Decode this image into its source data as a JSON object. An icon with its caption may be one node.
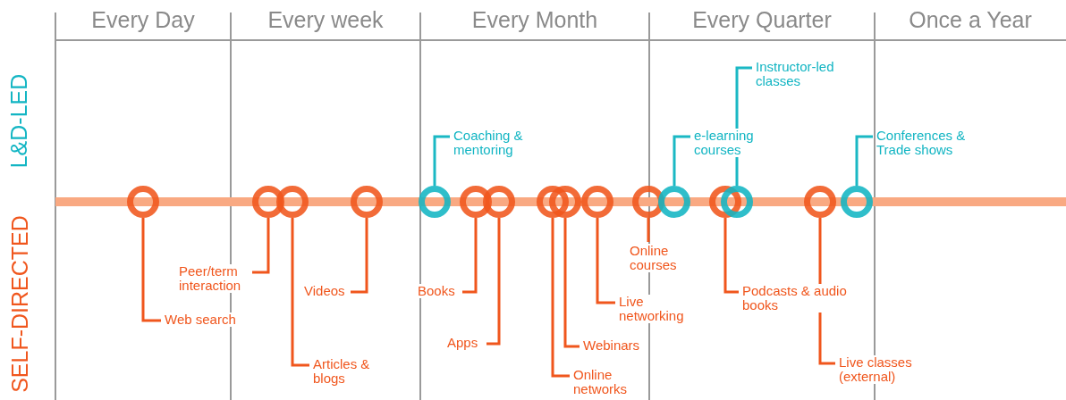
{
  "diagram": {
    "nodes": [
      {
        "text": [],
        "shape": "circle"
      },
      {
        "text": [],
        "shape": "circle"
      },
      {
        "text": [],
        "shape": "circle"
      },
      {
        "text": [],
        "shape": "circle"
      },
      {
        "text": [],
        "shape": "circle"
      },
      {
        "text": [],
        "shape": "circle"
      },
      {
        "text": [],
        "shape": "circle"
      },
      {
        "text": [],
        "shape": "circle"
      },
      {
        "text": [],
        "shape": "circle"
      },
      {
        "text": [],
        "shape": "circle"
      },
      {
        "text": [],
        "shape": "circle"
      },
      {
        "text": [],
        "shape": "circle"
      },
      {
        "text": [],
        "shape": "circle"
      },
      {
        "text": [],
        "shape": "circle"
      },
      {
        "text": [],
        "shape": "circle"
      },
      {
        "text": [],
        "shape": "circle"
      },
      {
        "text": [
          "Web search"
        ]
      },
      {
        "text": [
          "Peer/term interaction"
        ]
      },
      {
        "text": [
          "Articles & blogs"
        ]
      },
      {
        "text": [
          "Videos"
        ]
      },
      {
        "text": [
          "Coaching & mentoring"
        ]
      },
      {
        "text": [
          "Books"
        ]
      },
      {
        "text": [
          "Apps"
        ]
      },
      {
        "text": [
          "Online networks"
        ]
      },
      {
        "text": [
          "Webinars"
        ]
      },
      {
        "text": [
          "Live networking"
        ]
      },
      {
        "text": [
          "Online courses"
        ]
      },
      {
        "text": [
          "e-learning courses"
        ]
      },
      {
        "text": [
          "Instructor-led classes"
        ]
      },
      {
        "text": [
          "Podcasts & audio books"
        ]
      },
      {
        "text": [
          "Live classes (external)"
        ]
      },
      {
        "text": [
          "Conferences & Trade shows"
        ]
      }
    ],
    "edges": [
      {
        "from": 16,
        "to": 0,
        "arrow": "none"
      },
      {
        "from": 17,
        "to": 1,
        "arrow": "none"
      },
      {
        "from": 18,
        "to": 2,
        "arrow": "none"
      },
      {
        "from": 19,
        "to": 3,
        "arrow": "none"
      },
      {
        "from": 20,
        "to": 4,
        "arrow": "none",
        "color": "#1ab8c4"
      },
      {
        "from": 21,
        "to": 5,
        "arrow": "none"
      },
      {
        "from": 22,
        "to": 6,
        "arrow": "none"
      },
      {
        "from": 23,
        "to": 7,
        "arrow": "none"
      },
      {
        "from": 24,
        "to": 8,
        "arrow": "none"
      },
      {
        "from": 25,
        "to": 9,
        "arrow": "none"
      },
      {
        "from": 26,
        "to": 10,
        "arrow": "none"
      },
      {
        "from": 27,
        "to": 11,
        "arrow": "none",
        "color": "#1ab8c4"
      },
      {
        "from": 28,
        "to": 13,
        "arrow": "none",
        "color": "#1ab8c4"
      },
      {
        "from": 29,
        "to": 12,
        "arrow": "none"
      },
      {
        "from": 30,
        "to": 14,
        "arrow": "none"
      },
      {
        "from": 31,
        "to": 15,
        "arrow": "none",
        "color": "#1ab8c4"
      }
    ],
    "labels": [
      "Every Day",
      "Every week",
      "Every Month",
      "Every Quarter",
      "Once a Year",
      "L&D-LED",
      "SELF-DIRECTED"
    ]
  }
}
